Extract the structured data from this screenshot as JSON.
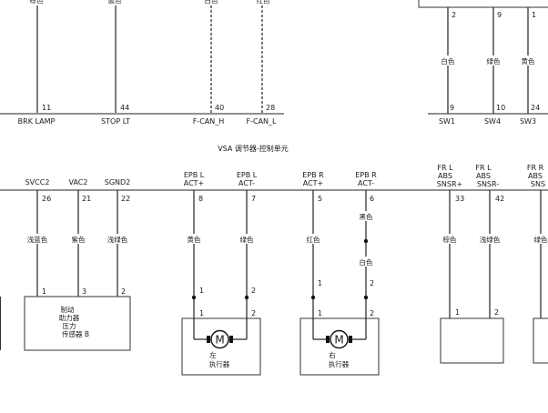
{
  "top_partial_labels": {
    "left": "棕色",
    "mid": "蓝色",
    "can_h": "白色",
    "can_l": "红色"
  },
  "top_left_pins": [
    "11",
    "44",
    "40",
    "28"
  ],
  "top_left_signals": [
    "BRK LAMP",
    "STOP LT",
    "F-CAN_H",
    "F-CAN_L"
  ],
  "top_right_pins_upper": [
    "2",
    "9",
    "1"
  ],
  "top_right_colors": [
    "白色",
    "绿色",
    "黄色"
  ],
  "top_right_pins_lower": [
    "9",
    "10",
    "24"
  ],
  "top_right_signals": [
    "SW1",
    "SW4",
    "SW3"
  ],
  "module_title": "VSA 调节器-控制单元",
  "left_signals": [
    "SVCC2",
    "VAC2",
    "SGND2"
  ],
  "left_pins": [
    "26",
    "21",
    "22"
  ],
  "left_colors": [
    "浅蓝色",
    "紫色",
    "浅绿色"
  ],
  "sensor_b_pins": [
    "1",
    "3",
    "2"
  ],
  "sensor_b_lines": [
    "制动",
    "助力器",
    "压力",
    "传感器 B"
  ],
  "epb_left": {
    "signals_l1": [
      "EPB L",
      "EPB L"
    ],
    "signals_l2": [
      "ACT+",
      "ACT-"
    ],
    "pins": [
      "8",
      "7"
    ],
    "colors": [
      "黄色",
      "绿色"
    ],
    "conn_pins_a": [
      "1",
      "2"
    ],
    "conn_pins_b": [
      "1",
      "2"
    ],
    "motor": "M",
    "lines": [
      "左",
      "执行器"
    ]
  },
  "epb_right": {
    "signals_l1": [
      "EPB R",
      "EPB R"
    ],
    "signals_l2": [
      "ACT+",
      "ACT-"
    ],
    "pins": [
      "5",
      "6"
    ],
    "colors_top": [
      "红色",
      "黑色"
    ],
    "color_mid": "白色",
    "conn_pins_a": [
      "1",
      "2"
    ],
    "conn_pins_b": [
      "1",
      "2"
    ],
    "motor": "M",
    "lines": [
      "右",
      "执行器"
    ]
  },
  "abs": {
    "signals_l1": [
      "FR L",
      "FR L",
      "FR R"
    ],
    "signals_l2": [
      "ABS",
      "ABS",
      "ABS"
    ],
    "signals_l3": [
      "SNSR+",
      "SNSR-",
      "SNS"
    ],
    "pins": [
      "33",
      "42"
    ],
    "colors": [
      "棕色",
      "浅绿色",
      "绿色"
    ],
    "conn_pins": [
      "1",
      "2"
    ]
  }
}
